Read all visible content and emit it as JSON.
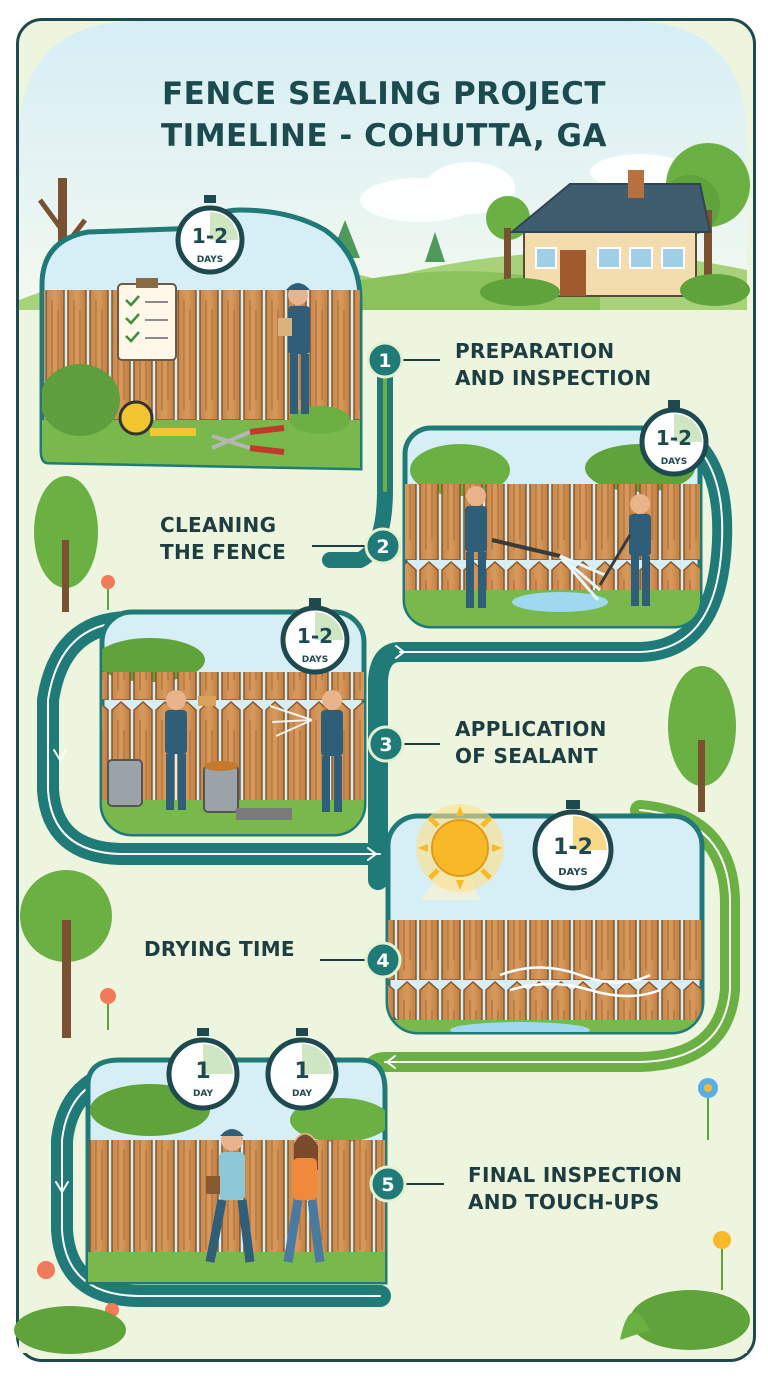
{
  "title": {
    "line1": "FENCE SEALING PROJECT",
    "line2": "TIMELINE - COHUTTA, GA"
  },
  "steps": [
    {
      "number": "1",
      "label_line1": "PREPARATION",
      "label_line2": "AND INSPECTION",
      "timer_value": "1-2",
      "timer_unit": "DAYS"
    },
    {
      "number": "2",
      "label_line1": "CLEANING",
      "label_line2": "THE FENCE",
      "timer_value": "1-2",
      "timer_unit": "DAYS"
    },
    {
      "number": "3",
      "label_line1": "APPLICATION",
      "label_line2": "OF SEALANT",
      "timer_value": "1-2",
      "timer_unit": "DAYS"
    },
    {
      "number": "4",
      "label_line1": "DRYING TIME",
      "label_line2": "",
      "timer_value": "1-2",
      "timer_unit": "DAYS"
    },
    {
      "number": "5",
      "label_line1": "FINAL INSPECTION",
      "label_line2": "AND TOUCH-UPS",
      "timer_value": "1",
      "timer_unit": "DAY",
      "timer2_value": "1",
      "timer2_unit": "DAY"
    }
  ],
  "colors": {
    "teal": "#1f7a78",
    "dark_teal": "#1e4a4f",
    "green": "#6ab042",
    "wood": "#c98a4e",
    "sky": "#cfe8f3",
    "grass": "#79b84a",
    "sun": "#f7b928"
  }
}
